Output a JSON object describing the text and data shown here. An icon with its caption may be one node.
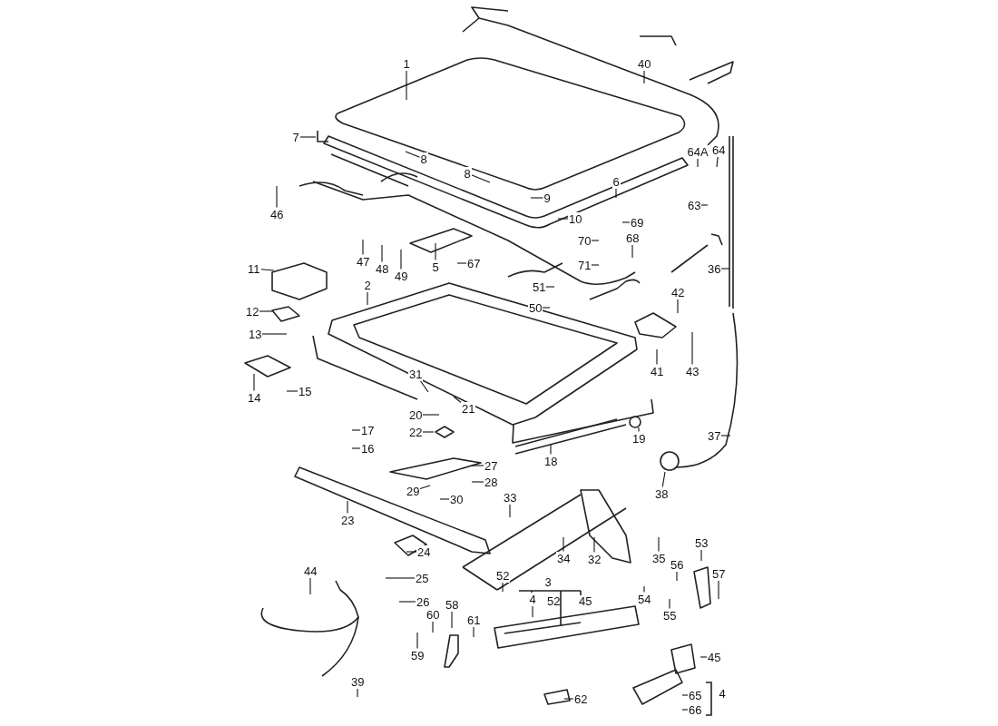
{
  "diagram": {
    "nodes": [
      {
        "text": [
          "1"
        ]
      },
      {
        "text": [
          "40"
        ]
      },
      {
        "text": [
          "7"
        ]
      },
      {
        "text": [
          "8"
        ]
      },
      {
        "text": [
          "8"
        ]
      },
      {
        "text": [
          "9"
        ]
      },
      {
        "text": [
          "10"
        ]
      },
      {
        "text": [
          "6"
        ]
      },
      {
        "text": [
          "64A"
        ]
      },
      {
        "text": [
          "64"
        ]
      },
      {
        "text": [
          "63"
        ]
      },
      {
        "text": [
          "46"
        ]
      },
      {
        "text": [
          "47"
        ]
      },
      {
        "text": [
          "48"
        ]
      },
      {
        "text": [
          "49"
        ]
      },
      {
        "text": [
          "5"
        ]
      },
      {
        "text": [
          "67"
        ]
      },
      {
        "text": [
          "69"
        ]
      },
      {
        "text": [
          "70"
        ]
      },
      {
        "text": [
          "68"
        ]
      },
      {
        "text": [
          "71"
        ]
      },
      {
        "text": [
          "36"
        ]
      },
      {
        "text": [
          "11"
        ]
      },
      {
        "text": [
          "2"
        ]
      },
      {
        "text": [
          "51"
        ]
      },
      {
        "text": [
          "50"
        ]
      },
      {
        "text": [
          "42"
        ]
      },
      {
        "text": [
          "12"
        ]
      },
      {
        "text": [
          "13"
        ]
      },
      {
        "text": [
          "41"
        ]
      },
      {
        "text": [
          "43"
        ]
      },
      {
        "text": [
          "14"
        ]
      },
      {
        "text": [
          "15"
        ]
      },
      {
        "text": [
          "31"
        ]
      },
      {
        "text": [
          "21"
        ]
      },
      {
        "text": [
          "20"
        ]
      },
      {
        "text": [
          "19"
        ]
      },
      {
        "text": [
          "22"
        ]
      },
      {
        "text": [
          "17"
        ]
      },
      {
        "text": [
          "16"
        ]
      },
      {
        "text": [
          "18"
        ]
      },
      {
        "text": [
          "37"
        ]
      },
      {
        "text": [
          "27"
        ]
      },
      {
        "text": [
          "28"
        ]
      },
      {
        "text": [
          "29"
        ]
      },
      {
        "text": [
          "30"
        ]
      },
      {
        "text": [
          "38"
        ]
      },
      {
        "text": [
          "23"
        ]
      },
      {
        "text": [
          "33"
        ]
      },
      {
        "text": [
          "34"
        ]
      },
      {
        "text": [
          "32"
        ]
      },
      {
        "text": [
          "35"
        ]
      },
      {
        "text": [
          "24"
        ]
      },
      {
        "text": [
          "53"
        ]
      },
      {
        "text": [
          "25"
        ]
      },
      {
        "text": [
          "56"
        ]
      },
      {
        "text": [
          "57"
        ]
      },
      {
        "text": [
          "44"
        ]
      },
      {
        "text": [
          "26"
        ]
      },
      {
        "text": [
          "52"
        ]
      },
      {
        "text": [
          "54"
        ]
      },
      {
        "text": [
          "55"
        ]
      },
      {
        "text": [
          "58"
        ]
      },
      {
        "text": [
          "60"
        ]
      },
      {
        "text": [
          "61"
        ]
      },
      {
        "text": [
          "4"
        ]
      },
      {
        "text": [
          "45"
        ]
      },
      {
        "text": [
          "59"
        ]
      },
      {
        "text": [
          "39"
        ]
      },
      {
        "text": [
          "62"
        ]
      },
      {
        "text": [
          "65"
        ]
      },
      {
        "text": [
          "66"
        ]
      }
    ],
    "edges": [
      {
        "from": 0,
        "to": null,
        "arrow": "none"
      },
      {
        "from": 1,
        "to": null,
        "arrow": "none"
      },
      {
        "from": 2,
        "to": null,
        "arrow": "none"
      },
      {
        "from": 3,
        "to": null,
        "arrow": "none"
      },
      {
        "from": 4,
        "to": null,
        "arrow": "none"
      },
      {
        "from": 5,
        "to": null,
        "arrow": "none"
      },
      {
        "from": 6,
        "to": null,
        "arrow": "none"
      },
      {
        "from": 7,
        "to": null,
        "arrow": "none"
      },
      {
        "from": 8,
        "to": null,
        "arrow": "none"
      },
      {
        "from": 9,
        "to": null,
        "arrow": "none"
      },
      {
        "from": 10,
        "to": null,
        "arrow": "none"
      },
      {
        "from": 11,
        "to": null,
        "arrow": "none"
      },
      {
        "from": 12,
        "to": null,
        "arrow": "none"
      },
      {
        "from": 13,
        "to": null,
        "arrow": "none"
      },
      {
        "from": 14,
        "to": null,
        "arrow": "none"
      },
      {
        "from": 15,
        "to": null,
        "arrow": "none"
      },
      {
        "from": 16,
        "to": null,
        "arrow": "none"
      },
      {
        "from": 17,
        "to": null,
        "arrow": "none"
      },
      {
        "from": 18,
        "to": null,
        "arrow": "none"
      },
      {
        "from": 19,
        "to": null,
        "arrow": "none"
      },
      {
        "from": 20,
        "to": null,
        "arrow": "none"
      },
      {
        "from": 21,
        "to": null,
        "arrow": "none"
      },
      {
        "from": 22,
        "to": null,
        "arrow": "none"
      },
      {
        "from": 23,
        "to": null,
        "arrow": "none"
      },
      {
        "from": 24,
        "to": null,
        "arrow": "none"
      },
      {
        "from": 25,
        "to": null,
        "arrow": "none"
      },
      {
        "from": 26,
        "to": null,
        "arrow": "none"
      },
      {
        "from": 27,
        "to": null,
        "arrow": "none"
      },
      {
        "from": 28,
        "to": null,
        "arrow": "none"
      },
      {
        "from": 29,
        "to": null,
        "arrow": "none"
      },
      {
        "from": 30,
        "to": null,
        "arrow": "none"
      },
      {
        "from": 31,
        "to": null,
        "arrow": "none"
      },
      {
        "from": 32,
        "to": null,
        "arrow": "none"
      },
      {
        "from": 33,
        "to": null,
        "arrow": "none"
      },
      {
        "from": 34,
        "to": null,
        "arrow": "none"
      },
      {
        "from": 35,
        "to": null,
        "arrow": "none"
      },
      {
        "from": 36,
        "to": null,
        "arrow": "none"
      },
      {
        "from": 37,
        "to": null,
        "arrow": "none"
      },
      {
        "from": 38,
        "to": null,
        "arrow": "none"
      },
      {
        "from": 39,
        "to": null,
        "arrow": "none"
      },
      {
        "from": 40,
        "to": null,
        "arrow": "none"
      },
      {
        "from": 41,
        "to": null,
        "arrow": "none"
      },
      {
        "from": 42,
        "to": null,
        "arrow": "none"
      },
      {
        "from": 43,
        "to": null,
        "arrow": "none"
      },
      {
        "from": 44,
        "to": null,
        "arrow": "none"
      },
      {
        "from": 45,
        "to": null,
        "arrow": "none"
      },
      {
        "from": 46,
        "to": null,
        "arrow": "none"
      },
      {
        "from": 47,
        "to": null,
        "arrow": "none"
      },
      {
        "from": 48,
        "to": null,
        "arrow": "none"
      },
      {
        "from": 49,
        "to": null,
        "arrow": "none"
      },
      {
        "from": 50,
        "to": null,
        "arrow": "none"
      },
      {
        "from": 51,
        "to": null,
        "arrow": "none"
      },
      {
        "from": 52,
        "to": null,
        "arrow": "none"
      },
      {
        "from": 53,
        "to": null,
        "arrow": "none"
      },
      {
        "from": 54,
        "to": null,
        "arrow": "none"
      },
      {
        "from": 55,
        "to": null,
        "arrow": "none"
      },
      {
        "from": 56,
        "to": null,
        "arrow": "none"
      },
      {
        "from": 57,
        "to": null,
        "arrow": "none"
      },
      {
        "from": 58,
        "to": null,
        "arrow": "none"
      },
      {
        "from": 59,
        "to": null,
        "arrow": "none"
      },
      {
        "from": 60,
        "to": null,
        "arrow": "none"
      },
      {
        "from": 61,
        "to": null,
        "arrow": "none"
      },
      {
        "from": 62,
        "to": null,
        "arrow": "none"
      },
      {
        "from": 63,
        "to": null,
        "arrow": "none"
      },
      {
        "from": 64,
        "to": null,
        "arrow": "none"
      },
      {
        "from": 65,
        "to": null,
        "arrow": "none"
      },
      {
        "from": 66,
        "to": null,
        "arrow": "none"
      },
      {
        "from": 67,
        "to": null,
        "arrow": "none"
      },
      {
        "from": 68,
        "to": null,
        "arrow": "none"
      },
      {
        "from": 69,
        "to": null,
        "arrow": "none"
      },
      {
        "from": 70,
        "to": null,
        "arrow": "none"
      },
      {
        "from": 71,
        "to": null,
        "arrow": "none"
      }
    ],
    "labels": [
      "3",
      "52",
      "45",
      "4"
    ]
  }
}
